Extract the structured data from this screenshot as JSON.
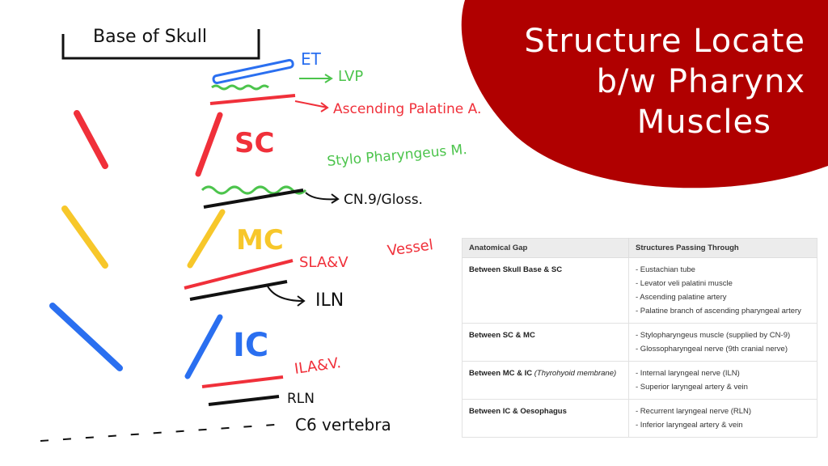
{
  "title": {
    "line1": "Structure Locate",
    "line2": "b/w Pharynx",
    "line3": "Muscles"
  },
  "colors": {
    "banner": "#b00000",
    "red": "#f0303a",
    "green": "#4cc44c",
    "blue": "#2a6ff0",
    "yellow": "#f7c72a",
    "black": "#111111"
  },
  "drawing": {
    "base": "Base of Skull",
    "et": "ET",
    "lvp": "LVP",
    "asc_pal": "Ascending Palatine A.",
    "sc": "SC",
    "stylo": "Stylo Pharyngeus M.",
    "cn9": "CN.9/Gloss.",
    "mc": "MC",
    "slav": "SLA&V",
    "vessel": "Vessel",
    "iln": "ILN",
    "ic": "IC",
    "ilav": "ILA&V.",
    "rln": "RLN",
    "c6": "C6 vertebra"
  },
  "table": {
    "headers": [
      "Anatomical Gap",
      "Structures Passing Through"
    ],
    "rows": [
      {
        "gap": "Between Skull Base & SC",
        "note": "",
        "items": [
          "- Eustachian tube",
          "- Levator veli palatini muscle",
          "- Ascending palatine artery",
          "- Palatine branch of ascending pharyngeal artery"
        ]
      },
      {
        "gap": "Between SC & MC",
        "note": "",
        "items": [
          "- Stylopharyngeus muscle (supplied by CN-9)",
          "- Glossopharyngeal nerve (9th cranial nerve)"
        ]
      },
      {
        "gap": "Between MC & IC",
        "note": "(Thyrohyoid membrane)",
        "items": [
          "- Internal laryngeal nerve (ILN)",
          "- Superior laryngeal artery & vein"
        ]
      },
      {
        "gap": "Between IC & Oesophagus",
        "note": "",
        "items": [
          "- Recurrent laryngeal nerve (RLN)",
          "- Inferior laryngeal artery & vein"
        ]
      }
    ]
  }
}
